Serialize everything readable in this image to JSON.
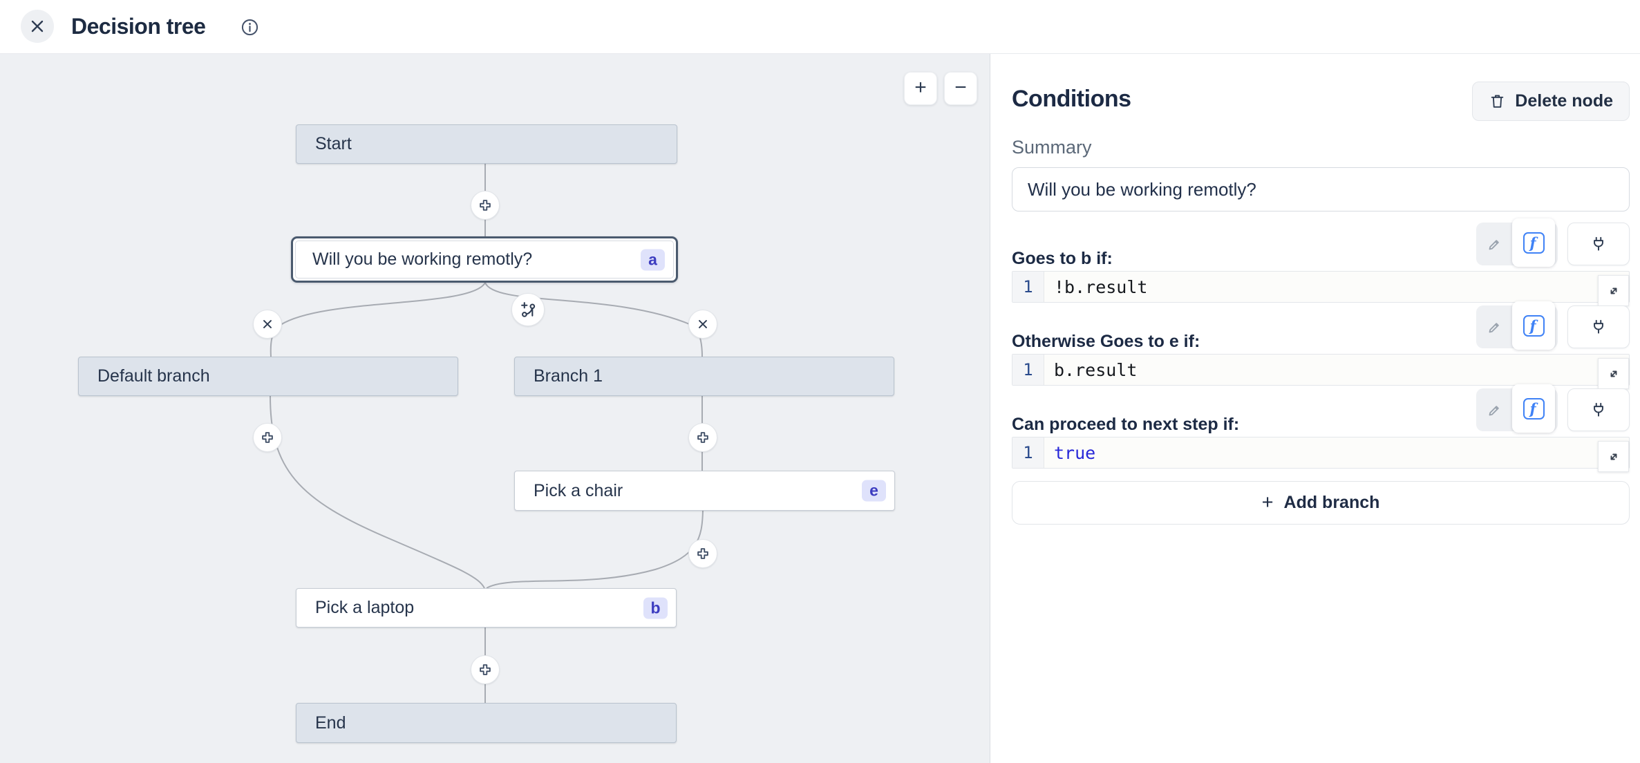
{
  "header": {
    "title": "Decision tree"
  },
  "canvas": {
    "zoom_in": "+",
    "zoom_out": "−",
    "nodes": {
      "start": {
        "label": "Start"
      },
      "decision": {
        "label": "Will you be working remotly?",
        "badge": "a"
      },
      "default_branch": {
        "label": "Default branch"
      },
      "branch_1": {
        "label": "Branch 1"
      },
      "pick_chair": {
        "label": "Pick a chair",
        "badge": "e"
      },
      "pick_laptop": {
        "label": "Pick a laptop",
        "badge": "b"
      },
      "end": {
        "label": "End"
      }
    }
  },
  "panel": {
    "title": "Conditions",
    "delete_node_label": "Delete node",
    "summary_label": "Summary",
    "summary_value": "Will you be working remotly?",
    "conditions": [
      {
        "label": "Goes to b if:",
        "line": "1",
        "code": "!b.result",
        "keyword": false
      },
      {
        "label": "Otherwise Goes to e if:",
        "line": "1",
        "code": "b.result",
        "keyword": false
      },
      {
        "label": "Can proceed to next step if:",
        "line": "1",
        "code": "true",
        "keyword": true
      }
    ],
    "add_branch_plus": "+",
    "add_branch_label": "Add branch"
  },
  "colors": {
    "accent_blue": "#3f82f6",
    "keyword_blue": "#2727d8",
    "badge_bg": "#dfe2fb",
    "badge_text": "#3c3cc0",
    "node_fill": "#dde3eb",
    "canvas_bg": "#eef0f3",
    "selected_ring": "#4a5a6e"
  }
}
